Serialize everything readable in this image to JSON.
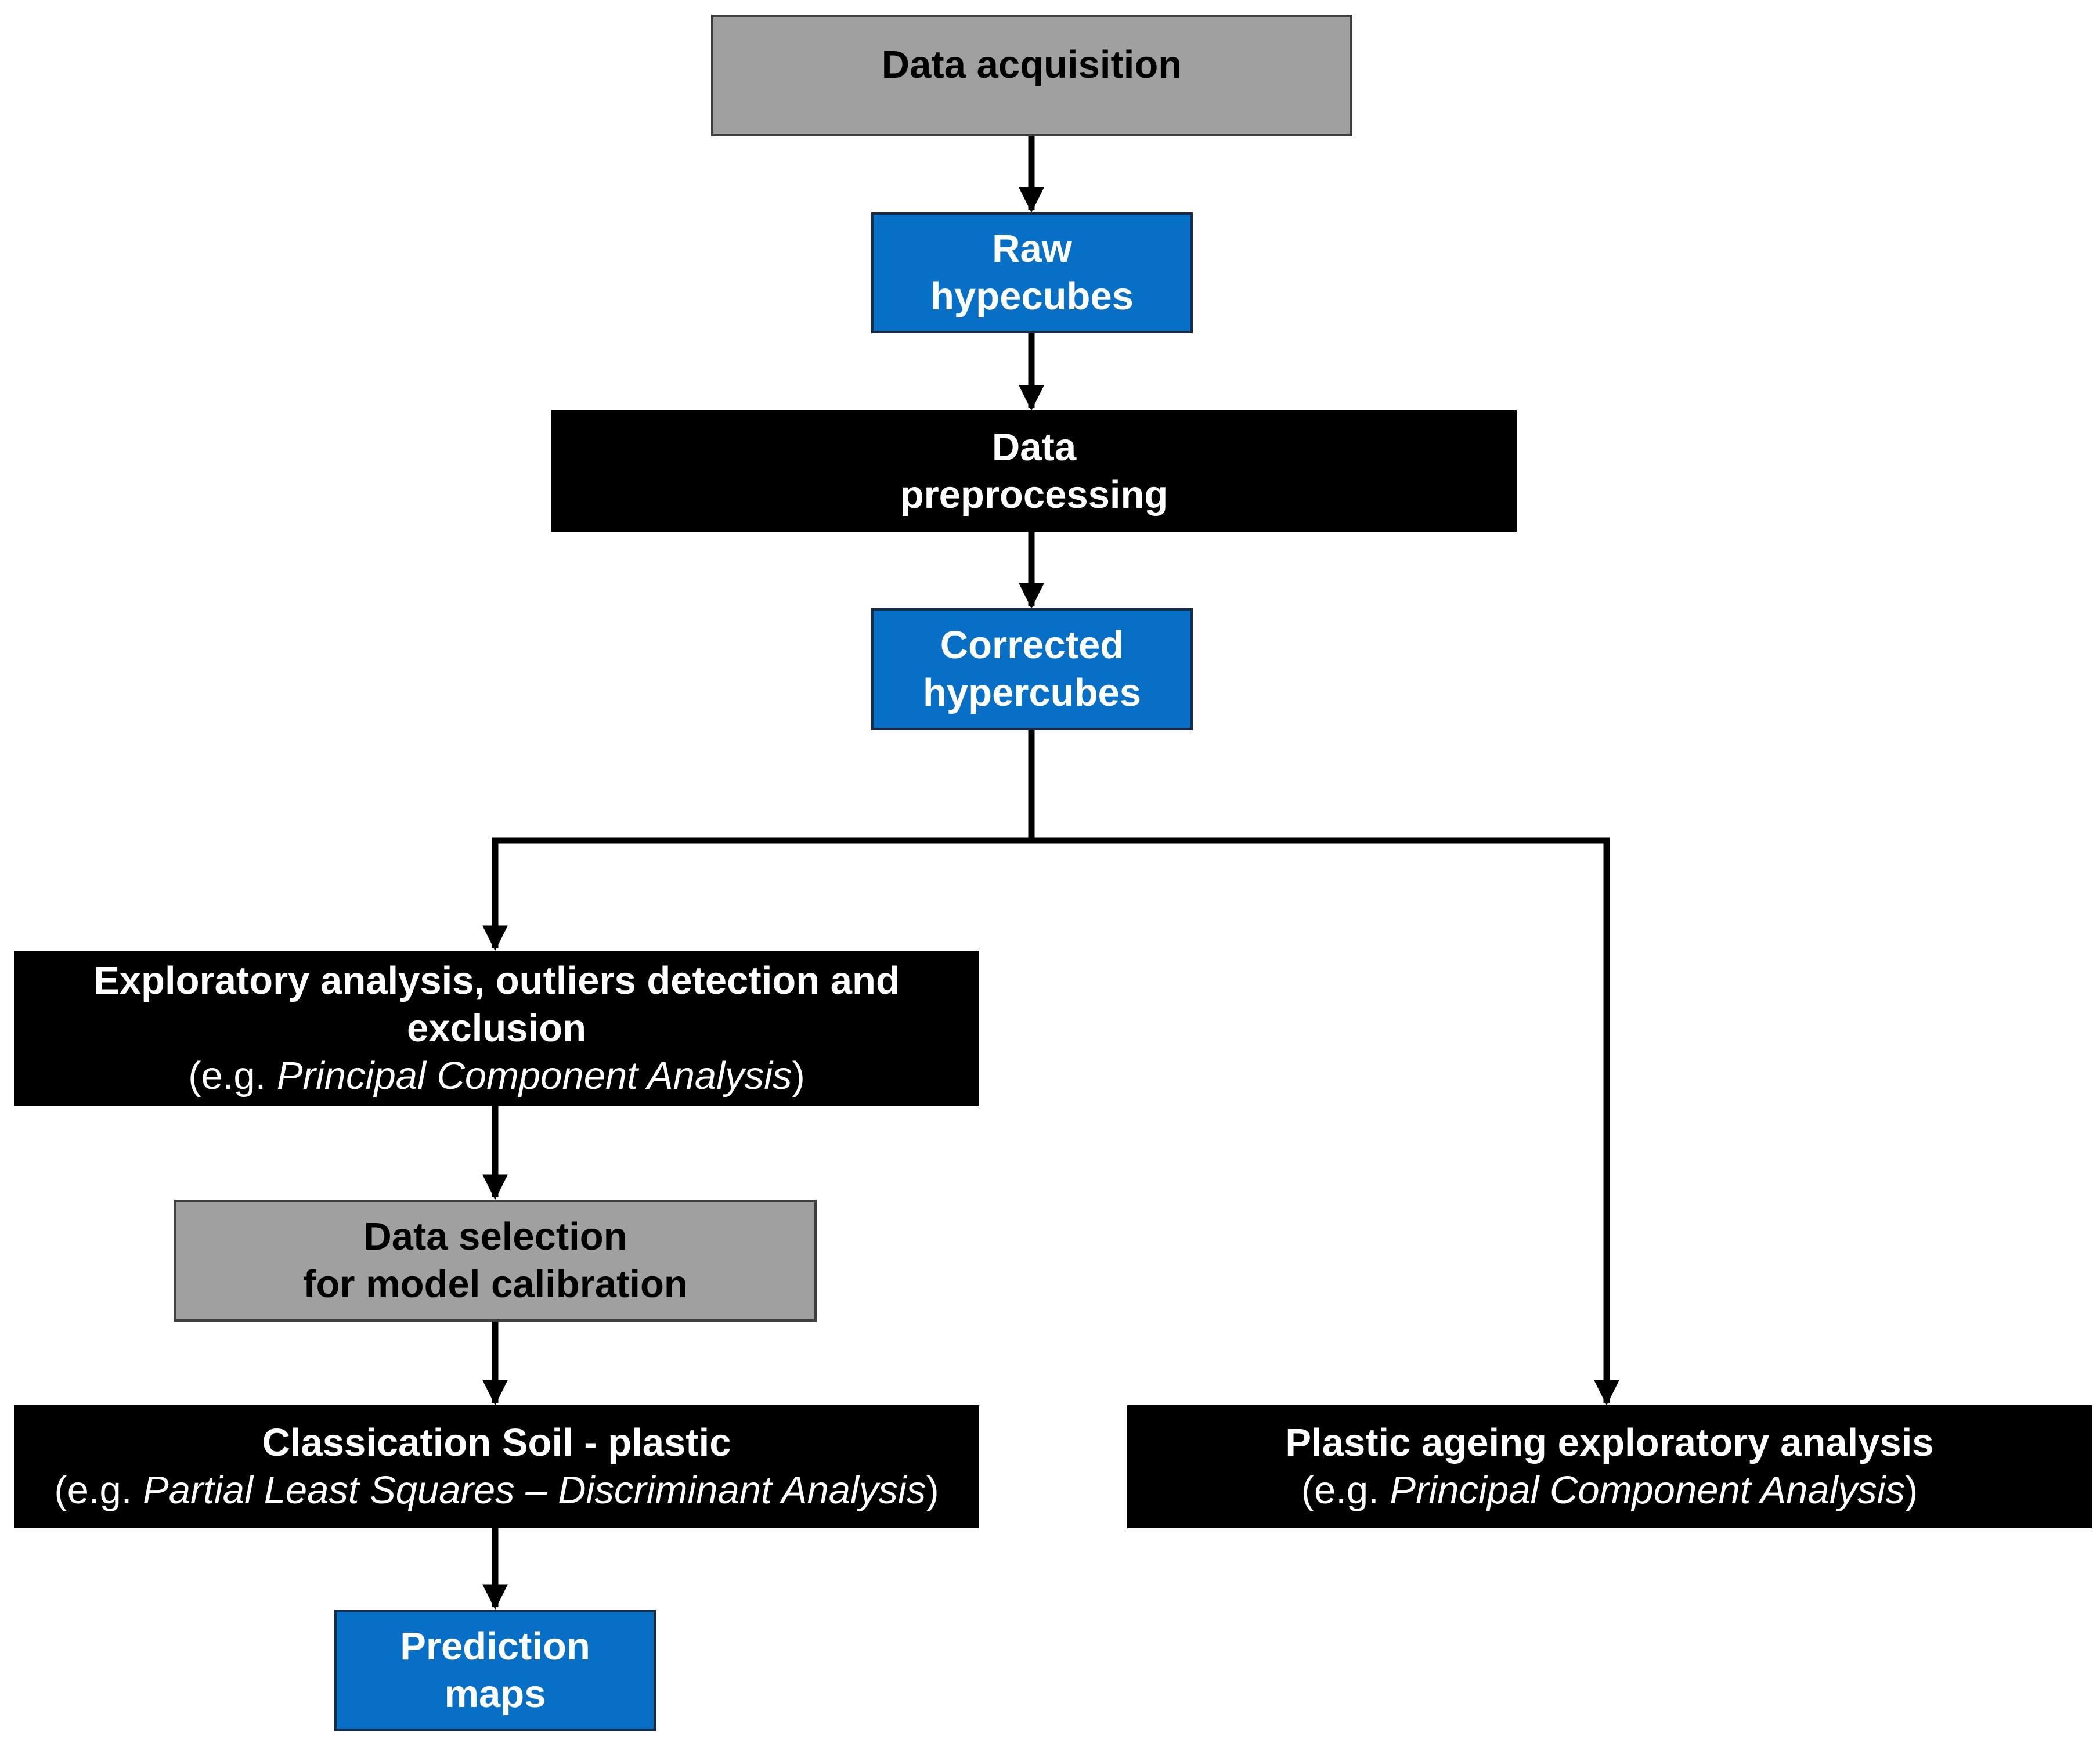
{
  "diagram": {
    "colors": {
      "gray_fill": "#a0a0a0",
      "blue_fill": "#0770c6",
      "black_fill": "#000000",
      "connector": "#000000"
    },
    "nodes": {
      "acquisition": {
        "title": "Data acquisition"
      },
      "raw": {
        "title": "Raw\nhypecubes"
      },
      "preprocessing": {
        "title": "Data\npreprocessing"
      },
      "corrected": {
        "title": "Corrected\nhypercubes"
      },
      "exploratory": {
        "title": "Exploratory analysis, outliers detection and\nexclusion",
        "sub_prefix": "(e.g. ",
        "sub_italic": "Principal Component Analysis",
        "sub_suffix": ")"
      },
      "selection": {
        "title": "Data selection\nfor model calibration"
      },
      "classification": {
        "title": "Classication Soil - plastic",
        "sub_prefix": "(e.g. ",
        "sub_italic": "Partial Least Squares – Discriminant Analysis",
        "sub_suffix": ")"
      },
      "ageing": {
        "title": "Plastic ageing exploratory analysis",
        "sub_prefix": "(e.g. ",
        "sub_italic": "Principal Component Analysis",
        "sub_suffix": ")"
      },
      "prediction": {
        "title": "Prediction\nmaps"
      }
    },
    "edges": [
      {
        "from": "acquisition",
        "to": "raw"
      },
      {
        "from": "raw",
        "to": "preprocessing"
      },
      {
        "from": "preprocessing",
        "to": "corrected"
      },
      {
        "from": "corrected",
        "to": "exploratory"
      },
      {
        "from": "corrected",
        "to": "ageing"
      },
      {
        "from": "exploratory",
        "to": "selection"
      },
      {
        "from": "selection",
        "to": "classification"
      },
      {
        "from": "classification",
        "to": "prediction"
      }
    ]
  }
}
